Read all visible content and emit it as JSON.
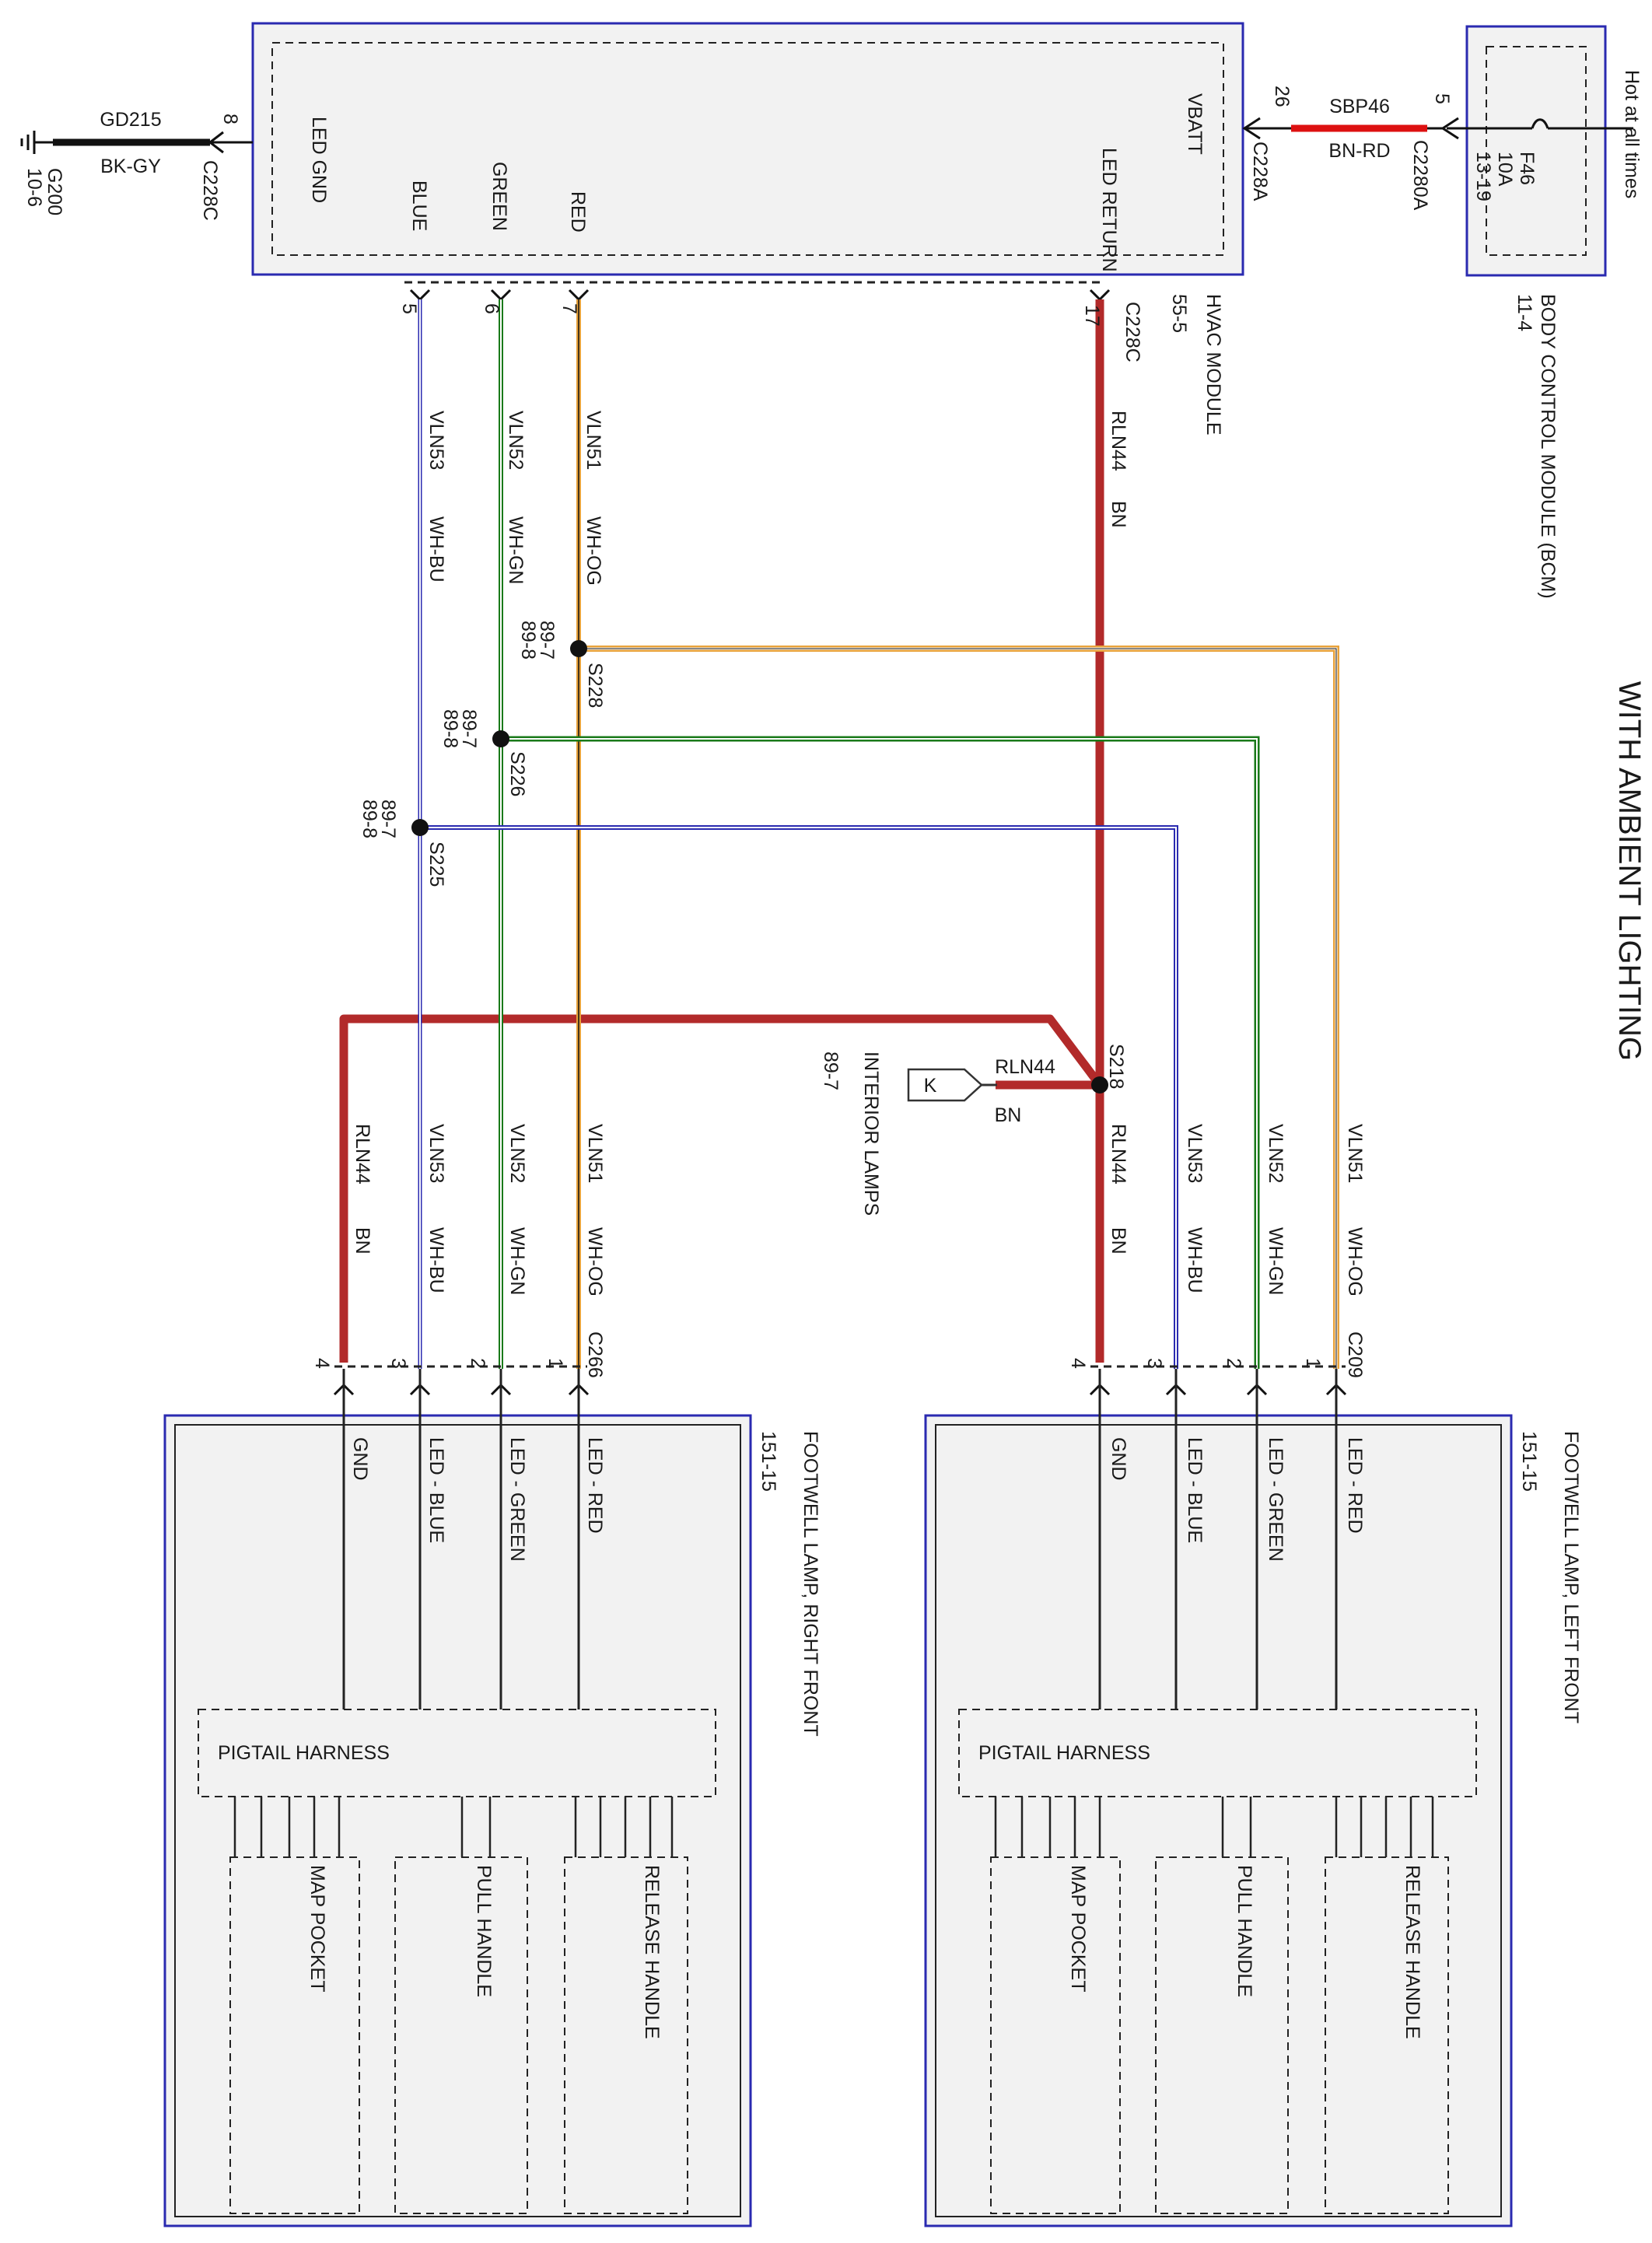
{
  "title": "WITH AMBIENT LIGHTING",
  "colors": {
    "red_wire": "#b22a2a",
    "fused_red": "#dd1111",
    "green": "#1a7a1a",
    "blue": "#2b2bb0",
    "orange": "#e8a23a",
    "module_border": "#2a2ab0",
    "module_fill": "#f2f2f2"
  },
  "power": {
    "hot_label": "Hot at all times",
    "fuse_label": "F46",
    "fuse_rating": "10A",
    "fuse_ref": "13-19",
    "bcm_name": "BODY CONTROL MODULE (BCM)",
    "bcm_ref": "11-4",
    "bcm_pin": "5",
    "bcm_connector": "C2280A",
    "circuit": "SBP46",
    "circuit_color": "BN-RD"
  },
  "hvac": {
    "name": "HVAC MODULE",
    "ref": "55-5",
    "vbatt_label": "VBATT",
    "vbatt_pin": "26",
    "vbatt_connector": "C228A",
    "led_return_label": "LED RETURN",
    "led_return_pin": "17",
    "led_return_connector": "C228C",
    "led_gnd_label": "LED GND",
    "led_gnd_pin": "8",
    "led_gnd_connector": "C228C",
    "blue_label": "BLUE",
    "green_label": "GREEN",
    "red_label": "RED",
    "blue_pin": "5",
    "green_pin": "6",
    "red_pin": "7"
  },
  "ground": {
    "circuit": "GD215",
    "color": "BK-GY",
    "name": "G200",
    "ref": "10-6"
  },
  "wires": {
    "vln51": "VLN51",
    "vln52": "VLN52",
    "vln53": "VLN53",
    "rln44": "RLN44",
    "wh_og": "WH-OG",
    "wh_gn": "WH-GN",
    "wh_bu": "WH-BU",
    "bn": "BN"
  },
  "splices": {
    "s228": "S228",
    "s226": "S226",
    "s225": "S225",
    "s218": "S218",
    "ref_a": "89-7",
    "ref_b": "89-8"
  },
  "interior": {
    "label": "INTERIOR LAMPS",
    "ref": "89-7",
    "connector_letter": "K"
  },
  "lamps": [
    {
      "name": "FOOTWELL LAMP, RIGHT FRONT",
      "ref": "151-15",
      "connector": "C266",
      "pins": [
        "1",
        "2",
        "3",
        "4"
      ],
      "pin_labels": [
        "LED - RED",
        "LED - GREEN",
        "LED - BLUE",
        "GND"
      ],
      "harness": "PIGTAIL HARNESS",
      "subs": [
        "MAP POCKET",
        "PULL HANDLE",
        "RELEASE HANDLE"
      ]
    },
    {
      "name": "FOOTWELL LAMP, LEFT FRONT",
      "ref": "151-15",
      "connector": "C209",
      "pins": [
        "1",
        "2",
        "3",
        "4"
      ],
      "pin_labels": [
        "LED - RED",
        "LED - GREEN",
        "LED - BLUE",
        "GND"
      ],
      "harness": "PIGTAIL HARNESS",
      "subs": [
        "MAP POCKET",
        "PULL HANDLE",
        "RELEASE HANDLE"
      ]
    }
  ]
}
